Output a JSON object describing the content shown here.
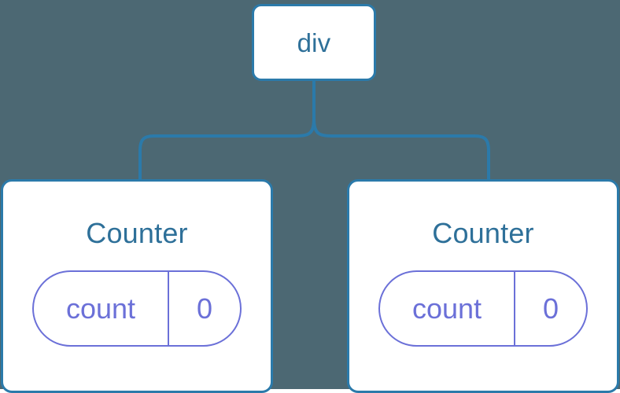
{
  "diagram": {
    "type": "component-tree",
    "background_color": "#4c6873",
    "node_border_color": "#2b7aaa",
    "node_text_color": "#2e7099",
    "state_color": "#6b70d8",
    "connector_color": "#2b7aaa"
  },
  "root": {
    "label": "div"
  },
  "children": [
    {
      "label": "Counter",
      "state": {
        "key": "count",
        "value": "0"
      }
    },
    {
      "label": "Counter",
      "state": {
        "key": "count",
        "value": "0"
      }
    }
  ]
}
